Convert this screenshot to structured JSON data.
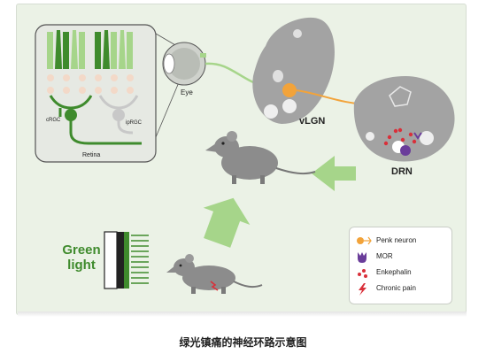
{
  "labels": {
    "retina": "Retina",
    "crgc": "cRGC",
    "iprgc": "ipRGC",
    "eye": "Eye",
    "vlgn": "vLGN",
    "drn": "DRN",
    "green_light_line1": "Green",
    "green_light_line2": "light"
  },
  "legend": [
    {
      "symbol": "penk-neuron-icon",
      "label": "Penk neuron",
      "color": "#f2a33a"
    },
    {
      "symbol": "mor-icon",
      "label": "MOR",
      "color": "#6a3d9a"
    },
    {
      "symbol": "enkephalin-icon",
      "label": "Enkephalin",
      "color": "#d9303a"
    },
    {
      "symbol": "lightning-icon",
      "label": "Chronic pain",
      "color": "#d9303a"
    }
  ],
  "caption": "绿光镇痛的神经环路示意图",
  "colors": {
    "panel": "#ebf2e6",
    "green": "#3f8b2d",
    "light_green": "#a6d58a",
    "orange": "#f2a33a",
    "brain_gray": "#a3a3a3",
    "mouse_gray": "#8c8c8c",
    "purple": "#6a3d9a",
    "red": "#d9303a"
  }
}
